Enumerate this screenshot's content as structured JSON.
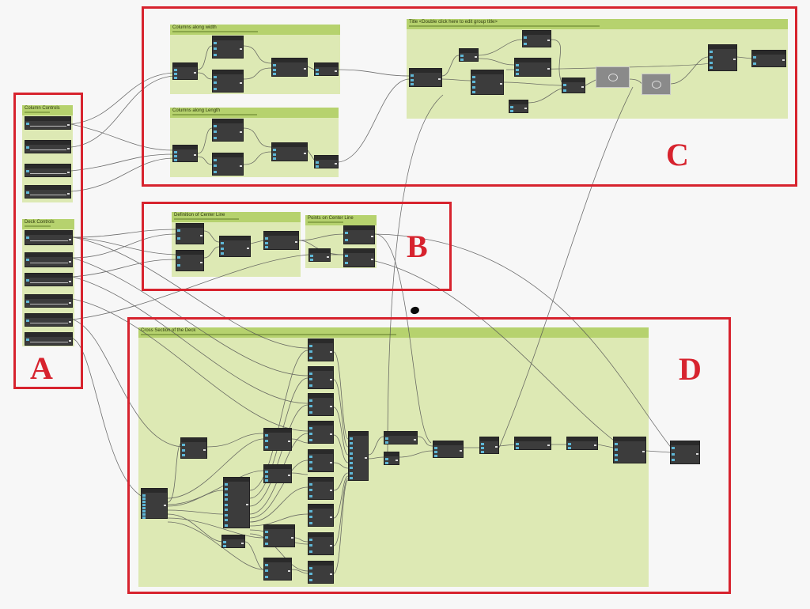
{
  "groups": {
    "column_controls": "Column Controls",
    "deck_controls": "Deck Controls",
    "columns_width": "Columns along width",
    "columns_length": "Columns along Length",
    "title_group": "Title <Double click here to edit group title>",
    "center_line": "Definition of Center Line",
    "points_center": "Points on Center Line",
    "cross_section": "Cross Section of the Deck"
  },
  "region_labels": {
    "a": "A",
    "b": "B",
    "c": "C",
    "d": "D"
  },
  "colors": {
    "highlight_box": "#d7232e",
    "group_fill": "#dde9b4",
    "group_header": "#b6d26e",
    "node_fill": "#3c3c3c",
    "input_port": "#5fb7d6",
    "wire": "#555555"
  }
}
